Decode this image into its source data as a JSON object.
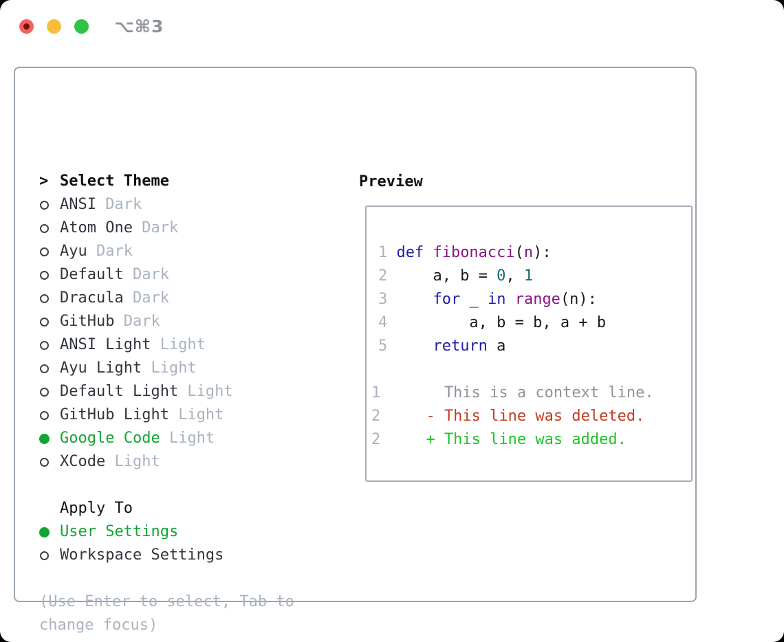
{
  "window": {
    "title": "⌥⌘3",
    "traffic_lights": [
      {
        "name": "close",
        "color": "#f4605a",
        "unsaved_dot_color": "#7a100d"
      },
      {
        "name": "minimize",
        "color": "#f8bd3c"
      },
      {
        "name": "zoom",
        "color": "#32c245"
      }
    ]
  },
  "ui_colors": {
    "selection_green": "#12a433",
    "radio_outline": "#3e434a",
    "line_number": "#a9b3bf"
  },
  "theme_picker": {
    "header": {
      "marker": ">",
      "label": "Select Theme"
    },
    "items": [
      {
        "name": "ANSI",
        "variant": "Dark",
        "selected": false
      },
      {
        "name": "Atom One",
        "variant": "Dark",
        "selected": false
      },
      {
        "name": "Ayu",
        "variant": "Dark",
        "selected": false
      },
      {
        "name": "Default",
        "variant": "Dark",
        "selected": false
      },
      {
        "name": "Dracula",
        "variant": "Dark",
        "selected": false
      },
      {
        "name": "GitHub",
        "variant": "Dark",
        "selected": false
      },
      {
        "name": "ANSI Light",
        "variant": "Light",
        "selected": false
      },
      {
        "name": "Ayu Light",
        "variant": "Light",
        "selected": false
      },
      {
        "name": "Default Light",
        "variant": "Light",
        "selected": false
      },
      {
        "name": "GitHub Light",
        "variant": "Light",
        "selected": false
      },
      {
        "name": "Google Code",
        "variant": "Light",
        "selected": true
      },
      {
        "name": "XCode",
        "variant": "Light",
        "selected": false
      }
    ]
  },
  "apply_to": {
    "label": "Apply To",
    "options": [
      {
        "name": "User Settings",
        "selected": true
      },
      {
        "name": "Workspace Settings",
        "selected": false
      }
    ]
  },
  "hint": "(Use Enter to select, Tab to change focus)",
  "preview": {
    "label": "Preview",
    "colors": {
      "keyword": "#1f1fa8",
      "function": "#871787",
      "number": "#0f6b6b",
      "plain": "#17191d",
      "context": "#8e939a",
      "deleted": "#c63b22",
      "added": "#1ec428",
      "line_number": "#a9b3bf"
    },
    "code_lines": [
      {
        "num": "1",
        "tokens": [
          [
            "def ",
            "keyword"
          ],
          [
            "fibonacci",
            "function"
          ],
          [
            "(",
            "plain"
          ],
          [
            "n",
            "function"
          ],
          [
            "):",
            "plain"
          ]
        ]
      },
      {
        "num": "2",
        "tokens": [
          [
            "    a, b = ",
            "plain"
          ],
          [
            "0",
            "number"
          ],
          [
            ", ",
            "plain"
          ],
          [
            "1",
            "number"
          ]
        ]
      },
      {
        "num": "3",
        "tokens": [
          [
            "    ",
            "plain"
          ],
          [
            "for",
            "keyword"
          ],
          [
            " _ ",
            "plain"
          ],
          [
            "in",
            "keyword"
          ],
          [
            " ",
            "plain"
          ],
          [
            "range",
            "function"
          ],
          [
            "(n):",
            "plain"
          ]
        ]
      },
      {
        "num": "4",
        "tokens": [
          [
            "        a, b = b, a + b",
            "plain"
          ]
        ]
      },
      {
        "num": "5",
        "tokens": [
          [
            "    ",
            "plain"
          ],
          [
            "return",
            "keyword"
          ],
          [
            " a",
            "plain"
          ]
        ]
      }
    ],
    "diff_lines": [
      {
        "num": "1",
        "text": "      This is a context line.",
        "type": "context"
      },
      {
        "num": "2",
        "text": "    - This line was deleted.",
        "type": "deleted"
      },
      {
        "num": "2",
        "text": "    + This line was added.",
        "type": "added"
      }
    ]
  }
}
